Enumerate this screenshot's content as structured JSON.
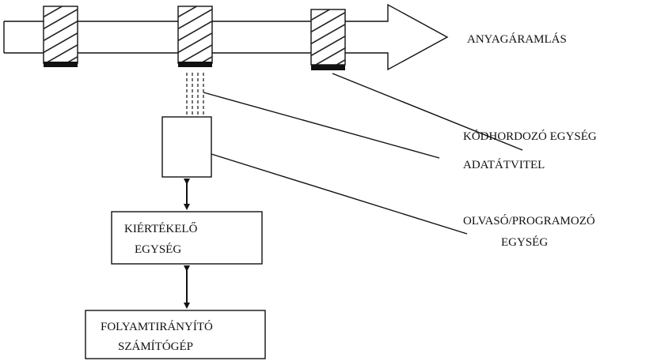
{
  "labels": {
    "material_flow": "ANYAGÁRAMLÁS",
    "code_carrier": "KÓDHORDOZÓ EGYSÉG",
    "data_transfer": "ADATÁTVITEL",
    "reader_programmer_line1": "OLVASÓ/PROGRAMOZÓ",
    "reader_programmer_line2": "EGYSÉG"
  },
  "boxes": {
    "evaluator_line1": "KIÉRTÉKELŐ",
    "evaluator_line2": "EGYSÉG",
    "control_computer_line1": "FOLYAMTIRÁNYÍTÓ",
    "control_computer_line2": "SZÁMÍTÓGÉP"
  }
}
